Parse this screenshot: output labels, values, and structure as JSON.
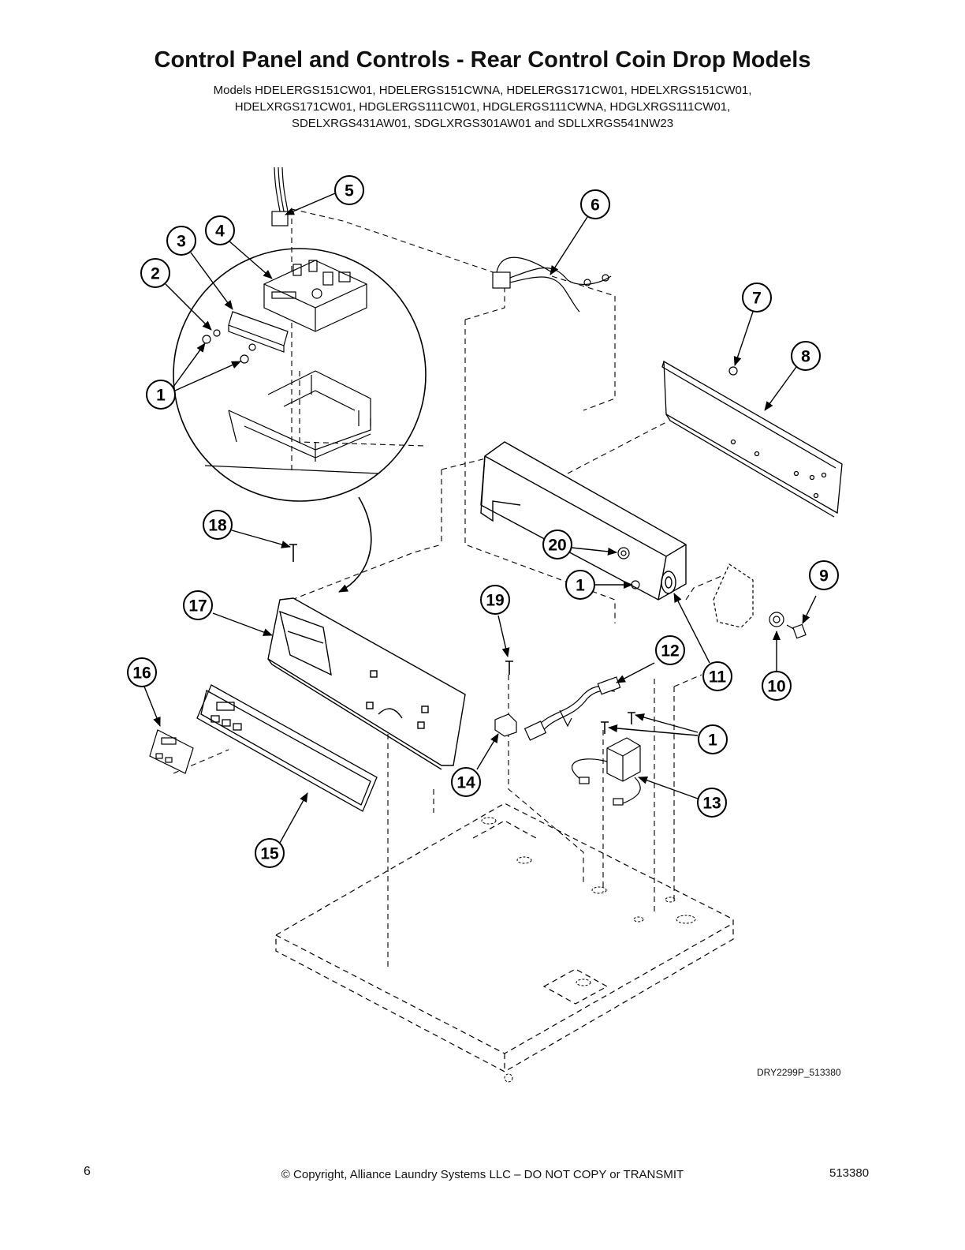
{
  "title": "Control Panel and Controls - Rear Control Coin Drop Models",
  "models_lines": [
    "Models HDELERGS151CW01, HDELERGS151CWNA, HDELERGS171CW01, HDELXRGS151CW01,",
    "HDELXRGS171CW01, HDGLERGS111CW01, HDGLERGS111CWNA, HDGLXRGS111CW01,",
    "SDELXRGS431AW01, SDGLXRGS301AW01 and SDLLXRGS541NW23"
  ],
  "callouts": [
    {
      "label": "1",
      "instance": "a"
    },
    {
      "label": "1",
      "instance": "b"
    },
    {
      "label": "1",
      "instance": "c"
    },
    {
      "label": "2"
    },
    {
      "label": "3"
    },
    {
      "label": "4"
    },
    {
      "label": "5"
    },
    {
      "label": "6"
    },
    {
      "label": "7"
    },
    {
      "label": "8"
    },
    {
      "label": "9"
    },
    {
      "label": "10"
    },
    {
      "label": "11"
    },
    {
      "label": "12"
    },
    {
      "label": "13"
    },
    {
      "label": "14"
    },
    {
      "label": "15"
    },
    {
      "label": "16"
    },
    {
      "label": "17"
    },
    {
      "label": "18"
    },
    {
      "label": "19"
    },
    {
      "label": "20"
    }
  ],
  "drawing_id": "DRY2299P_513380",
  "footer": {
    "page_number": "6",
    "copyright": "© Copyright, Alliance Laundry Systems LLC – DO NOT COPY or TRANSMIT",
    "doc_number": "513380"
  }
}
